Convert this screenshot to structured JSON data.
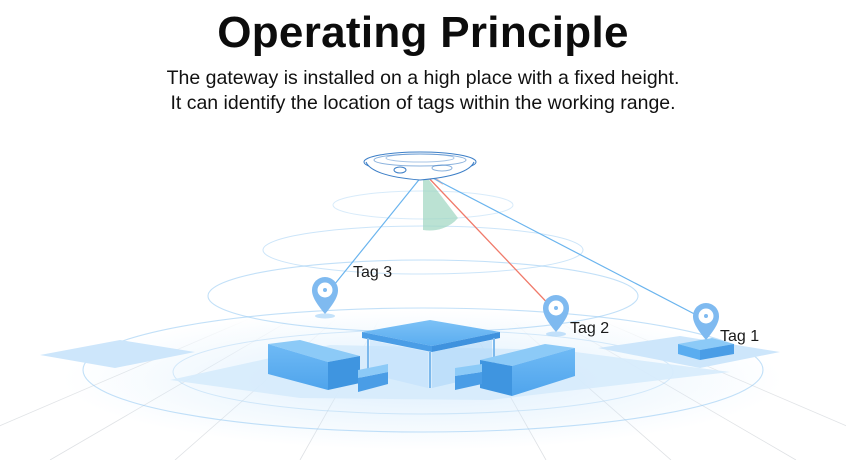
{
  "header": {
    "title": "Operating Principle",
    "subtitle_line1": "The gateway is installed on a high place with a fixed height.",
    "subtitle_line2": "It can identify the location of tags within the working range."
  },
  "diagram": {
    "tags": [
      {
        "label": "Tag 3"
      },
      {
        "label": "Tag 2"
      },
      {
        "label": "Tag 1"
      }
    ]
  },
  "colors": {
    "accent_blue": "#4ea8ee",
    "light_blue": "#bfe0fb",
    "signal_line_red": "#f07a6a",
    "signal_line_blue": "#6ab4ee",
    "sector_green": "#9ed6c0",
    "sector_red": "#f4a99c"
  }
}
